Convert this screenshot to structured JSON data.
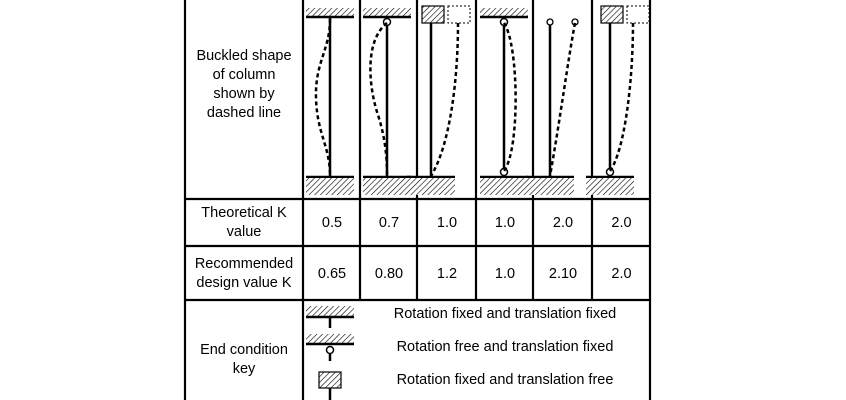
{
  "table": {
    "row_labels": {
      "shape": "Buckled shape\nof column\nshown by\ndashed line",
      "theoretical": "Theoretical K\nvalue",
      "recommended": "Recommended\ndesign value K",
      "key": "End condition\nkey"
    },
    "columns": [
      {
        "top": "fixed",
        "bottom": "fixed",
        "theoretical_k": "0.5",
        "recommended_k": "0.65"
      },
      {
        "top": "pin",
        "bottom": "fixed",
        "theoretical_k": "0.7",
        "recommended_k": "0.80"
      },
      {
        "top": "fixed-free",
        "bottom": "fixed",
        "theoretical_k": "1.0",
        "recommended_k": "1.2"
      },
      {
        "top": "pin",
        "bottom": "pin",
        "theoretical_k": "1.0",
        "recommended_k": "1.0"
      },
      {
        "top": "free",
        "bottom": "fixed",
        "theoretical_k": "2.0",
        "recommended_k": "2.10"
      },
      {
        "top": "fixed-free",
        "bottom": "pin",
        "theoretical_k": "2.0",
        "recommended_k": "2.0"
      }
    ],
    "key_items": [
      {
        "symbol": "fixed",
        "text": "Rotation fixed and translation fixed"
      },
      {
        "symbol": "pin",
        "text": "Rotation free and translation fixed"
      },
      {
        "symbol": "fixed-free",
        "text": "Rotation fixed and translation free"
      }
    ]
  }
}
